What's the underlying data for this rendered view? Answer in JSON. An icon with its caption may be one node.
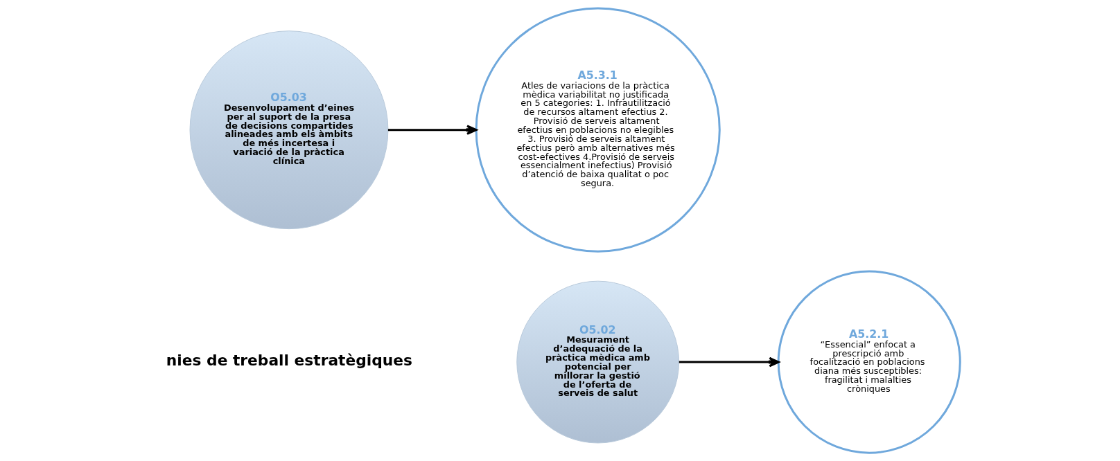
{
  "diagram": {
    "nodes": [
      {
        "text": [
          "O5.02",
          "Mesurament d’adequació de la pràctica mèdica amb potencial per millorar la gestió de l’oferta de serveis de salut"
        ]
      },
      {
        "text": [
          "A5.2.1",
          "“Essencial” enfocat a prescripció amb focalització en poblacions diana més susceptibles: fragilitat i malalties cròniques"
        ]
      },
      {
        "text": [
          "O5.03",
          "Desenvolupament d’eines per al suport de la presa de decisions compartides alineades amb els àmbits de més incertesa i variació de la pràctica clínica"
        ]
      },
      {
        "text": [
          "A5.3.1",
          "Atles de variacions de la pràctica mèdica variabilitat no justificada en 5 categories: 1. Infrautilització de recursos altament efectius 2. Provisió de serveis altament efectius en poblacions no elegibles 3. Provisió de serveis altament efectius però amb alternatives més cost-efectives 4.Provisió de serveis essencialment inefectius) Provisió d’atenció de baixa qualitat o poc segura."
        ]
      }
    ],
    "edges": [
      {
        "from": 0,
        "to": 1,
        "arrow": "to"
      },
      {
        "from": 2,
        "to": 3,
        "arrow": "to"
      }
    ],
    "labels": [
      "nies de treball estratègiques"
    ]
  }
}
